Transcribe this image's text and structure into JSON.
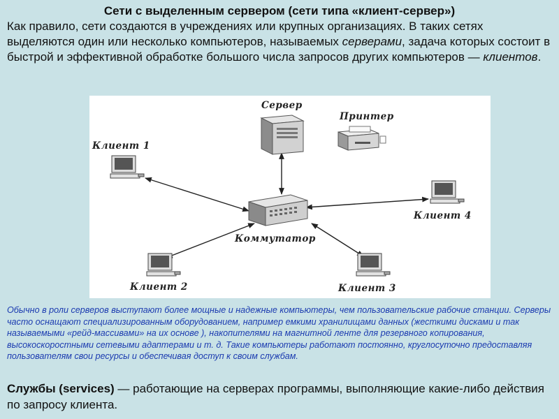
{
  "slide": {
    "title": "Сети с выделенным сервером (сети типа «клиент-сервер»)",
    "intro": {
      "part1": "Как правило, сети создаются в учреждениях или крупных организациях. В таких сетях выделяются один или несколько компьютеров, называемых ",
      "servers_term": "серверами",
      "part2": ", задача которых состоит в быстрой и эффективной обработке большого числа запросов других компьютеров — ",
      "clients_term": "клиентов",
      "part3": "."
    },
    "diagram": {
      "server_label": "Сервер",
      "printer_label": "Принтер",
      "switch_label": "Коммутатор",
      "client1_label": "Клиент 1",
      "client2_label": "Клиент 2",
      "client3_label": "Клиент 3",
      "client4_label": "Клиент 4"
    },
    "note": "Обычно в роли серверов выступают более мощные и надежные компьютеры, чем пользовательские рабочие станции. Серверы часто оснащают специализированным оборудованием, например емкими хранилищами данных (жесткими дисками и так называемыми «рейд-массивами» на их основе ), накопителями на магнитной ленте для резервного копирования, высокоскоростными сетевыми адаптерами и т. д. Такие компьютеры работают постоянно, круглосуточно предоставляя пользователям свои ресурсы и обеспечивая доступ к своим службам.",
    "services": {
      "term": "Службы (services)",
      "text": " — работающие на серверах программы, выполняющие какие-либо действия по запросу клиента."
    }
  }
}
